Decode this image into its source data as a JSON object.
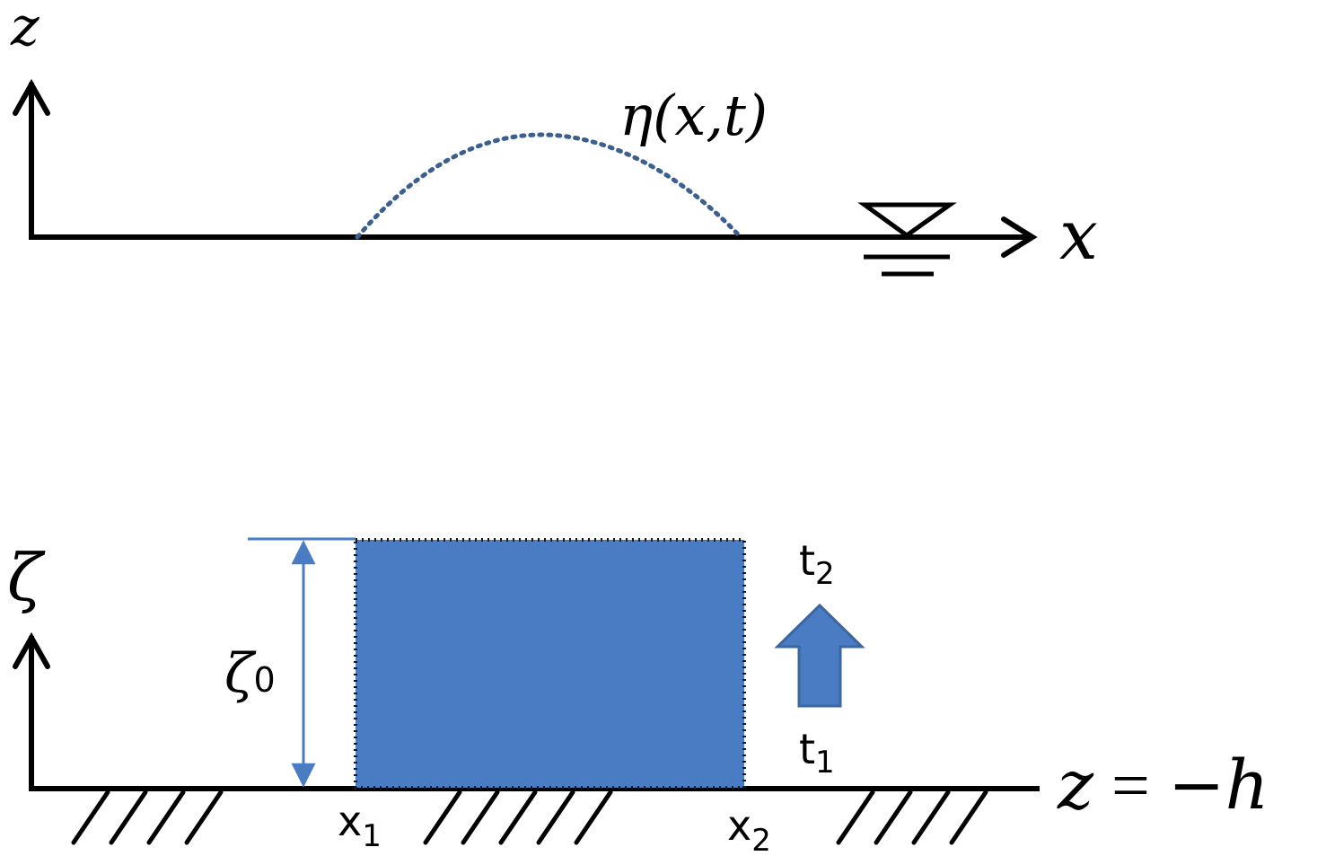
{
  "top_panel": {
    "vertical_axis_label": "z",
    "horizontal_axis_label": "x",
    "surface_label": {
      "symbol": "η",
      "args": "(x,t)"
    }
  },
  "bottom_panel": {
    "vertical_axis_label": "ζ",
    "amplitude_label": {
      "symbol": "ζ",
      "subscript": "0"
    },
    "bottom_equation": {
      "lhs": "z",
      "eq": "=",
      "rhs": "−h"
    },
    "x1": {
      "base": "x",
      "sub": "1"
    },
    "x2": {
      "base": "x",
      "sub": "2"
    },
    "t1": {
      "base": "t",
      "sub": "1"
    },
    "t2": {
      "base": "t",
      "sub": "2"
    }
  },
  "colors": {
    "line": "#000000",
    "wave_dotted": "#3b5f8f",
    "block_fill": "#4a7cc3",
    "block_arrow_fill": "#4a7cc3",
    "block_arrow_stroke": "#3b669f",
    "dimension_line": "#4a7cc3"
  }
}
